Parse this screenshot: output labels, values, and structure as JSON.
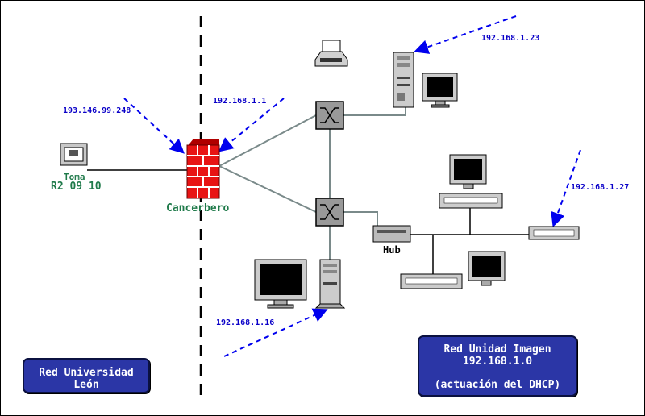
{
  "labels": {
    "ip_wan": "193.146.99.248",
    "ip_gateway": "192.168.1.1",
    "ip_server": "192.168.1.23",
    "ip_right": "192.168.1.27",
    "ip_pc_bottom": "192.168.1.16",
    "toma_line1": "Toma",
    "toma_line2": "R2 09 10",
    "firewall": "Cancerbero",
    "hub": "Hub"
  },
  "boxes": {
    "left": {
      "line1": "Red Universidad",
      "line2": "León"
    },
    "right": {
      "line1": "Red Unidad Imagen",
      "line2": "192.168.1.0",
      "line3": "(actuación del DHCP)"
    }
  },
  "colors": {
    "ip_text": "#0a00c8",
    "arrows": "#0000ee",
    "box_fill": "#2b36a6",
    "firewall_brick": "#e01010",
    "link_lines": "#7a8a8a",
    "label_green": "#1f7a4a"
  }
}
